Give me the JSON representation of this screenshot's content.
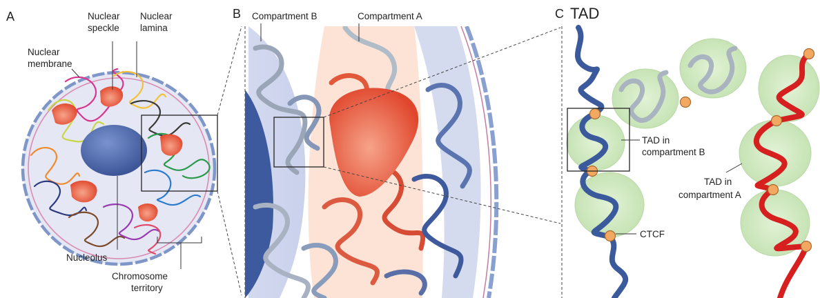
{
  "panels": {
    "a": {
      "letter": "A",
      "labels": {
        "speckle_1": "Nuclear",
        "speckle_2": "speckle",
        "lamina_1": "Nuclear",
        "lamina_2": "lamina",
        "membrane_1": "Nuclear",
        "membrane_2": "membrane",
        "nucleolus": "Nucleolus",
        "territory_1": "Chromosome",
        "territory_2": "territory"
      }
    },
    "b": {
      "letter": "B",
      "labels": {
        "compartment_b": "Compartment B",
        "compartment_a": "Compartment A"
      }
    },
    "c": {
      "letter": "C",
      "title": "TAD",
      "labels": {
        "tad_b_1": "TAD in",
        "tad_b_2": "compartment B",
        "tad_a_1": "TAD in",
        "tad_a_2": "compartment A",
        "ctcf": "CTCF"
      }
    }
  },
  "colors": {
    "compartment_b": "#3a5a9c",
    "compartment_a": "#d63a2a",
    "chromatin_grey": "#a9b4c0",
    "speckle": "#e2583a",
    "nucleolus": "#4a64a8",
    "tad_domain": "#cfe8c0",
    "ctcf": "#f2a860",
    "lamina": "#d98bb0",
    "membrane": "#7f96c8"
  }
}
